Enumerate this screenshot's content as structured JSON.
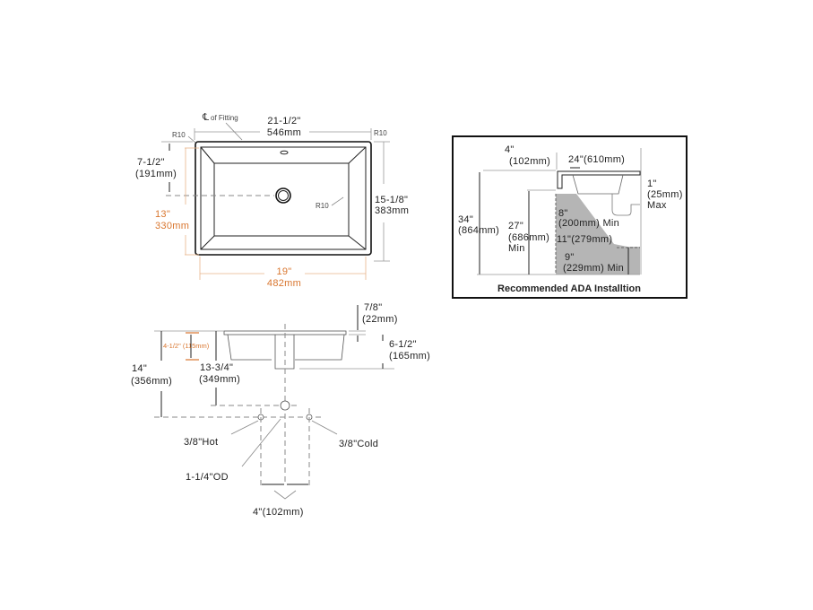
{
  "top_view": {
    "centerline_label": "of Fitting",
    "centerline_symbol": "℄",
    "width_in": "21-1/2\"",
    "width_mm": "546mm",
    "corner_radius_left": "R10",
    "corner_radius_right": "R10",
    "inner_radius": "R10",
    "drain_offset_in": "7-1/2\"",
    "drain_offset_mm": "(191mm)",
    "bowl_depth_in": "13\"",
    "bowl_depth_mm": "330mm",
    "depth_in": "15-1/8\"",
    "depth_mm": "383mm",
    "bowl_width_in": "19\"",
    "bowl_width_mm": "482mm"
  },
  "side_view": {
    "rim_in": "7/8\"",
    "rim_mm": "(22mm)",
    "bowl_height_in": "6-1/2\"",
    "bowl_height_mm": "(165mm)",
    "inner_depth": "4-1/2\" (115mm)",
    "overall_in": "14\"",
    "overall_mm": "(356mm)",
    "drain_in": "13-3/4\"",
    "drain_mm": "(349mm)",
    "hot": "3/8\"Hot",
    "cold": "3/8\"Cold",
    "drain_od": "1-1/4\"OD",
    "spacing": "4\"(102mm)"
  },
  "ada": {
    "title": "Recommended ADA Installtion",
    "setback_in": "4\"",
    "setback_mm": "(102mm)",
    "counter_depth": "24\"(610mm)",
    "rim_in": "1\"",
    "rim_mm": "(25mm)",
    "rim_note": "Max",
    "height_in": "34\"",
    "height_mm": "(864mm)",
    "knee_in": "27\"",
    "knee_mm": "(686mm)",
    "knee_note": "Min",
    "knee_depth_in": "8\"",
    "knee_depth_mm": "(200mm) Min",
    "toe_depth": "11\"(279mm)",
    "toe_in": "9\"",
    "toe_mm": "(229mm) Min"
  },
  "colors": {
    "accent_orange": "#d9762f",
    "ada_fill": "#b5b5b5",
    "line": "#111111"
  }
}
